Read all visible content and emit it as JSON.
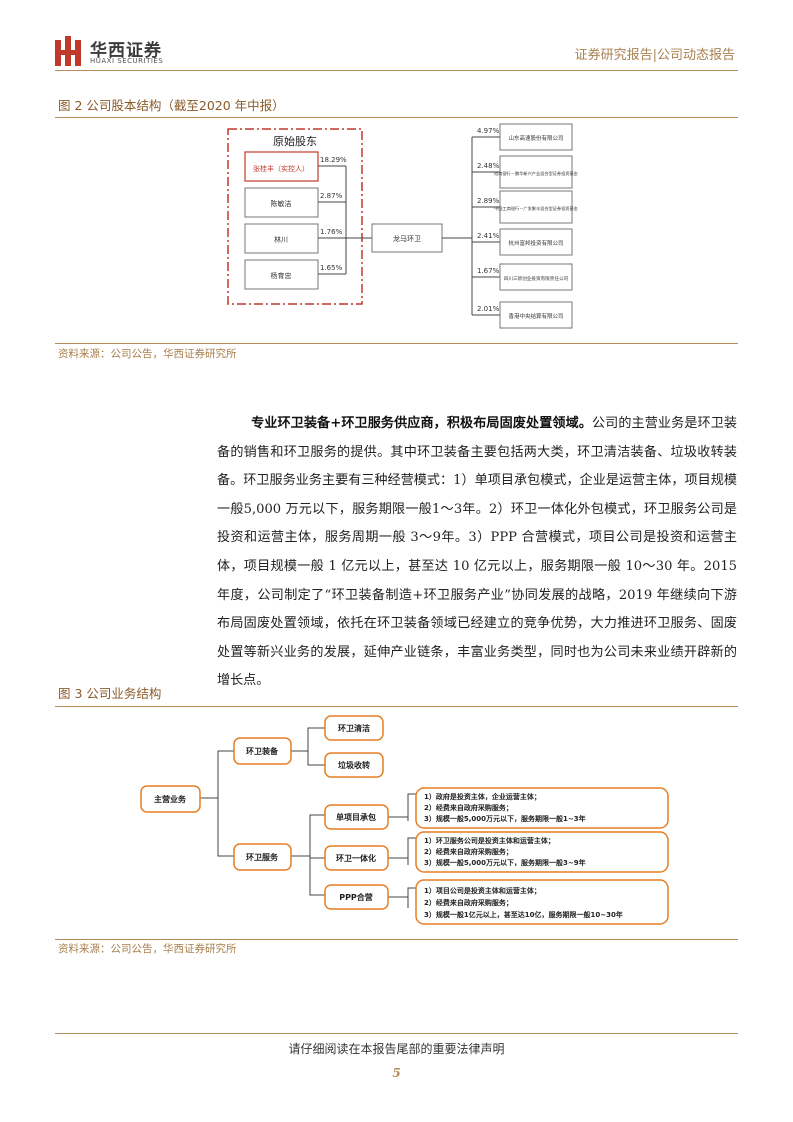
{
  "header": {
    "brand_cn": "华西证券",
    "brand_en": "HUAXI SECURITIES",
    "report_type": "证券研究报告|公司动态报告"
  },
  "fig2": {
    "title": "图 2   公司股本结构（截至2020 年中报）",
    "group_label": "原始股东",
    "holders": [
      {
        "name": "张桂丰（实控人）",
        "pct": "18.29%"
      },
      {
        "name": "陈敏洁",
        "pct": "2.87%"
      },
      {
        "name": "林川",
        "pct": "1.76%"
      },
      {
        "name": "杨育忠",
        "pct": "1.65%"
      }
    ],
    "company": "龙马环卫",
    "others": [
      {
        "name": "山东高速股份有限公司",
        "pct": "4.97%"
      },
      {
        "name": "招商银行－鹏华新兴产业混合型证券投资基金",
        "pct": "2.48%"
      },
      {
        "name": "中国工商银行－广发聚丰混合型证券投资基金",
        "pct": "2.89%"
      },
      {
        "name": "杭州富邦投资有限公司",
        "pct": "2.41%"
      },
      {
        "name": "四川三新创业投资有限责任公司",
        "pct": "1.67%"
      },
      {
        "name": "香港中央结算有限公司",
        "pct": "2.01%"
      }
    ],
    "source": "资料来源：公司公告，华西证券研究所"
  },
  "paragraph": {
    "lead": "专业环卫装备+环卫服务供应商，积极布局固废处置领域。",
    "body": "公司的主营业务是环卫装备的销售和环卫服务的提供。其中环卫装备主要包括两大类，环卫清洁装备、垃圾收转装备。环卫服务业务主要有三种经营模式：1）单项目承包模式，企业是运营主体，项目规模一般5,000 万元以下，服务期限一般1～3年。2）环卫一体化外包模式，环卫服务公司是投资和运营主体，服务周期一般 3～9年。3）PPP 合营模式，项目公司是投资和运营主体，项目规模一般 1 亿元以上，甚至达 10 亿元以上，服务期限一般 10～30 年。2015 年度，公司制定了“环卫装备制造+环卫服务产业”协同发展的战略，2019 年继续向下游布局固废处置领域，依托在环卫装备领域已经建立的竞争优势，大力推进环卫服务、固废处置等新兴业务的发展，延伸产业链条，丰富业务类型，同时也为公司未来业绩开辟新的增长点。"
  },
  "fig3": {
    "title": "图 3   公司业务结构",
    "root": "主营业务",
    "branch1": "环卫装备",
    "branch1_items": [
      "环卫清洁",
      "垃圾收转"
    ],
    "branch2": "环卫服务",
    "modes": [
      {
        "name": "单项目承包",
        "details": [
          "1）政府是投资主体，企业运营主体；",
          "2）经费来自政府采购服务；",
          "3）规模一般5,000万元以下，服务期限一般1~3年"
        ]
      },
      {
        "name": "环卫一体化",
        "details": [
          "1）环卫服务公司是投资主体和运营主体；",
          "2）经费来自政府采购服务；",
          "3）规模一般5,000万元以下，服务期限一般3~9年"
        ]
      },
      {
        "name": "PPP合营",
        "details": [
          "1）项目公司是投资主体和运营主体；",
          "2）经费来自政府采购服务；",
          "3）规模一般1亿元以上，甚至达10亿，服务期限一般10~30年"
        ]
      }
    ],
    "source": "资料来源：公司公告，华西证券研究所"
  },
  "footer": {
    "disclaimer": "请仔细阅读在本报告尾部的重要法律声明",
    "page": "5"
  },
  "colors": {
    "gold": "#b58b57",
    "red_dash": "#c0392b",
    "orange": "#e67e22",
    "box_border": "#666666"
  }
}
